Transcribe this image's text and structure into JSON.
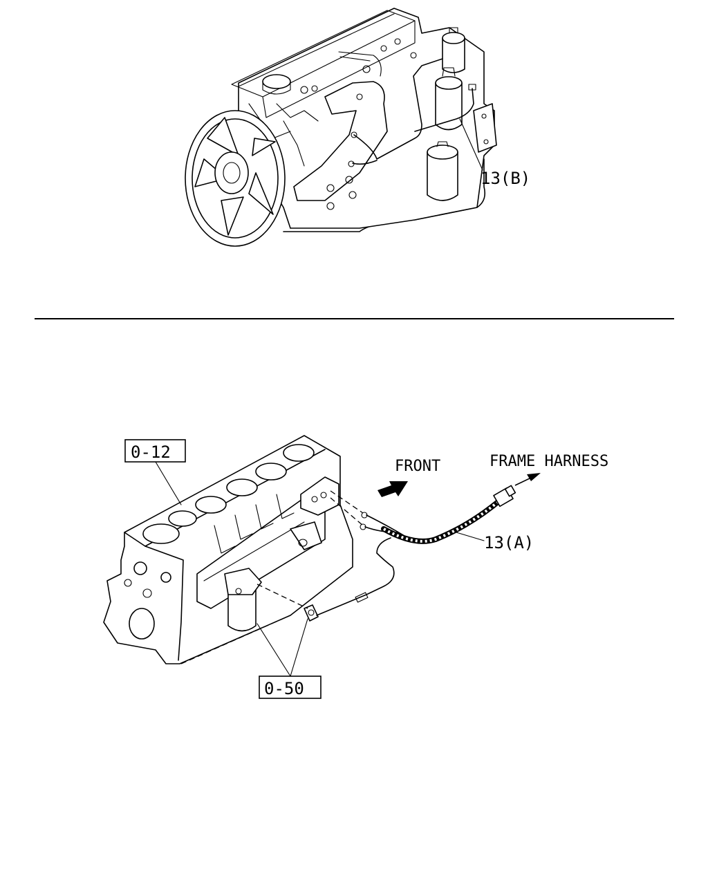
{
  "labels": {
    "harness_b": "13(B)",
    "harness_a": "13(A)",
    "front": "FRONT",
    "frame_harness": "FRAME HARNESS",
    "ref_block": "0-12",
    "ref_filter": "0-50"
  }
}
